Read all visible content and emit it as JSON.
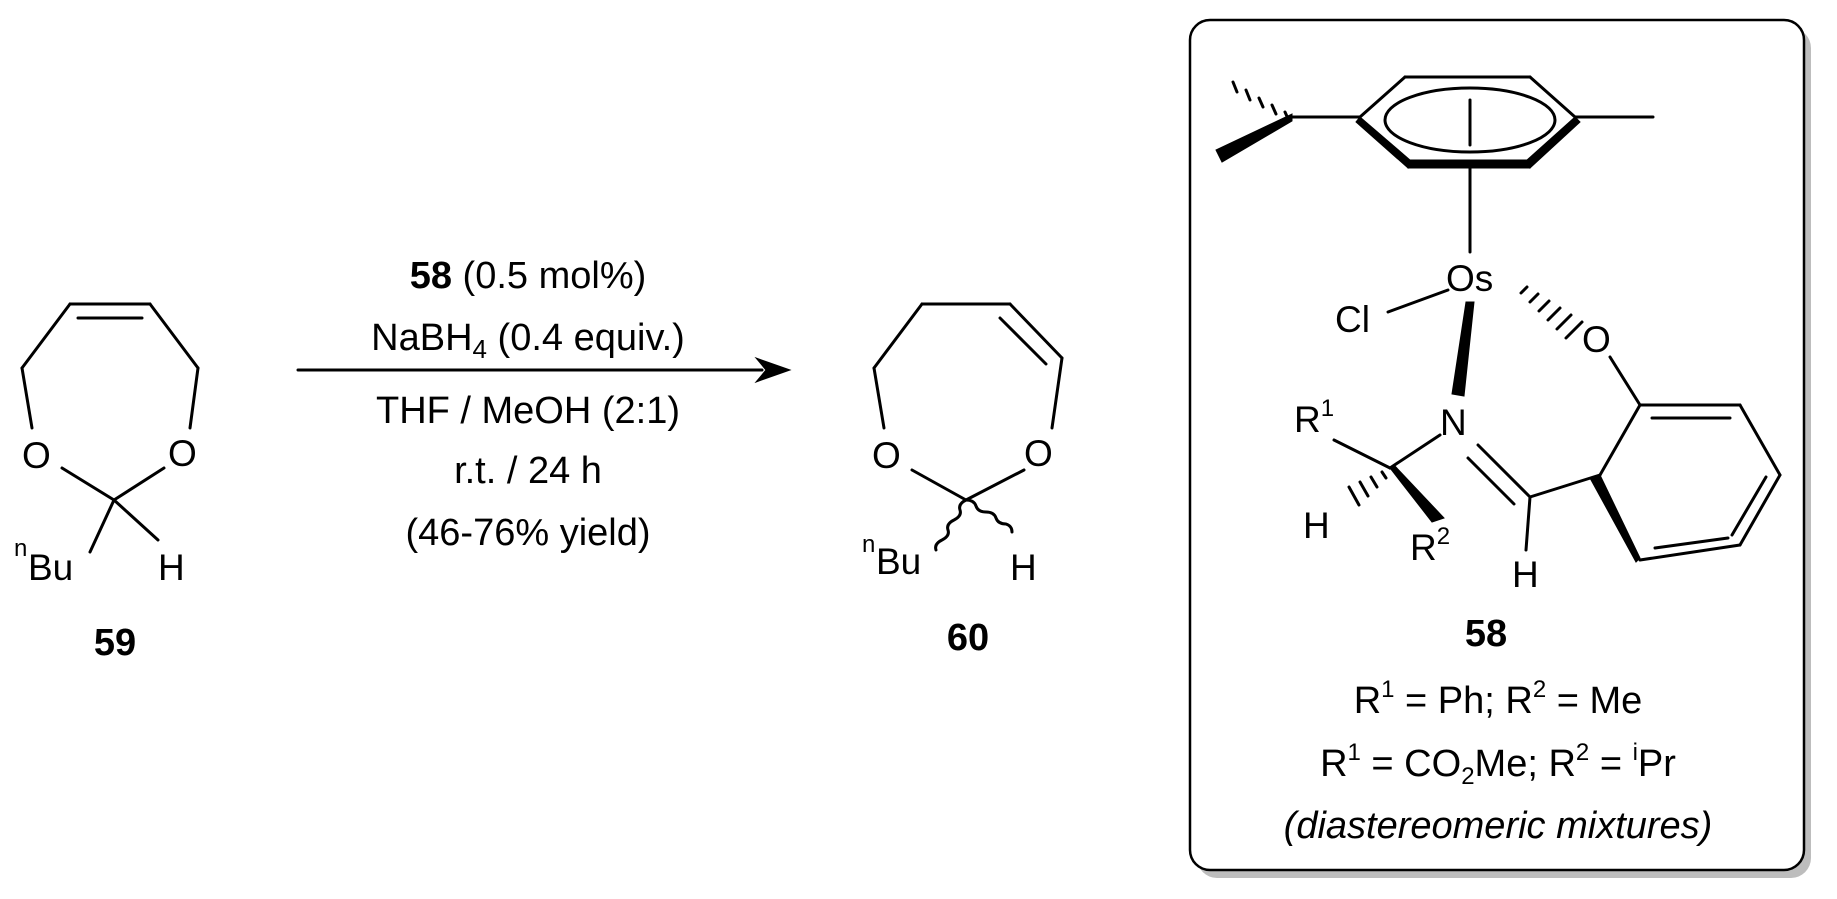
{
  "reactant": {
    "id": "59",
    "atoms": {
      "o_left": "O",
      "o_right": "O",
      "h": "H",
      "bu_prefix": "n",
      "bu": "Bu"
    }
  },
  "conditions": {
    "line1_bold": "58",
    "line1_rest": " (0.5 mol%)",
    "line2_pre": "NaBH",
    "line2_sub": "4",
    "line2_post": " (0.4 equiv.)",
    "line3": "THF / MeOH (2:1)",
    "line4": "r.t. / 24 h",
    "line5": "(46-76% yield)"
  },
  "product": {
    "id": "60",
    "atoms": {
      "o_left": "O",
      "o_right": "O",
      "h": "H",
      "bu_prefix": "n",
      "bu": "Bu"
    }
  },
  "catalyst": {
    "id": "58",
    "atoms": {
      "os": "Os",
      "cl": "Cl",
      "o": "O",
      "n": "N",
      "h_left": "H",
      "h_bottom": "H",
      "r": "R",
      "r1_sup": "1",
      "r2_sup": "2"
    },
    "variant1": {
      "r1": "R",
      "s1": "1",
      "t1": " = Ph; R",
      "s2": "2",
      "t2": " = Me"
    },
    "variant2": {
      "r1": "R",
      "s1": "1",
      "t1": " = CO",
      "sub": "2",
      "t2": "Me; R",
      "s2": "2",
      "t3": " = ",
      "s3": "i",
      "t4": "Pr"
    },
    "note": "(diastereomeric mixtures)"
  }
}
